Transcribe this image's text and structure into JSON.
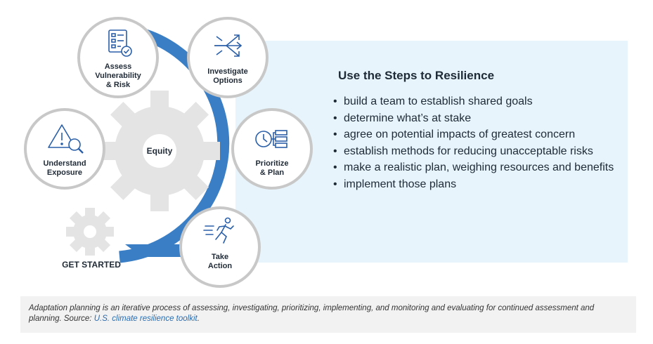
{
  "panel": {
    "title": "Use the Steps to Resilience",
    "items": [
      "build a team to establish shared goals",
      "determine what’s at stake",
      "agree on potential impacts of greatest concern",
      "establish methods for reducing unacceptable risks",
      "make a realistic plan, weighing resources and benefits",
      "implement those plans"
    ]
  },
  "cycle": {
    "center": "Equity",
    "start": "GET STARTED",
    "nodes": {
      "assess": [
        "Assess",
        "Vulnerability",
        "& Risk"
      ],
      "investigate": [
        "Investigate",
        "Options"
      ],
      "understand": [
        "Understand",
        "Exposure"
      ],
      "prioritize": [
        "Prioritize",
        "& Plan"
      ],
      "action": [
        "Take",
        "Action"
      ]
    }
  },
  "caption": {
    "text": "Adaptation planning is an iterative process of assessing, investigating, prioritizing, implementing, and monitoring and evaluating for continued assessment and planning. Source: ",
    "link": "U.S. climate resilience toolkit",
    "end": "."
  },
  "colors": {
    "ring": "#3a7fc6",
    "gear": "#e4e4e4",
    "panel": "#e7f4fb",
    "icon": "#2a5fa8"
  }
}
